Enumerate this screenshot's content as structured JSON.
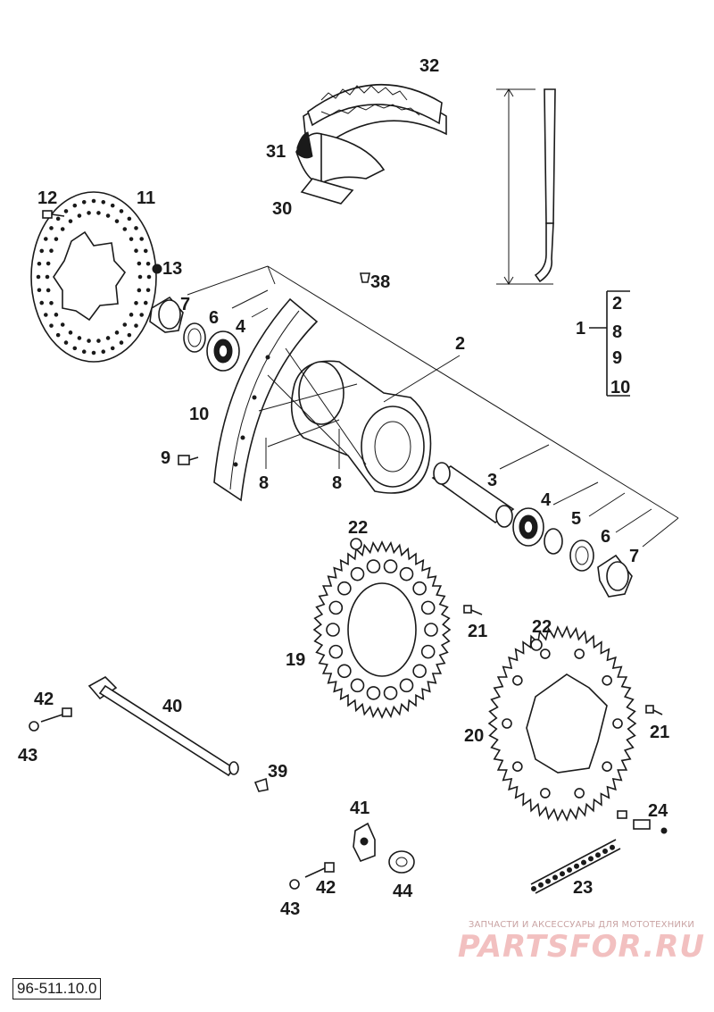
{
  "diagram": {
    "callouts": {
      "c1": "1",
      "c2": "2",
      "c2b": "2",
      "c3": "3",
      "c4a": "4",
      "c4b": "4",
      "c5": "5",
      "c6a": "6",
      "c6b": "6",
      "c7a": "7",
      "c7b": "7",
      "c8a": "8",
      "c8b": "8",
      "c8c": "8",
      "c9a": "9",
      "c9b": "9",
      "c10a": "10",
      "c10b": "10",
      "c11": "11",
      "c12": "12",
      "c13": "13",
      "c19": "19",
      "c20": "20",
      "c21a": "21",
      "c21b": "21",
      "c22a": "22",
      "c22b": "22",
      "c23": "23",
      "c24": "24",
      "c30": "30",
      "c31": "31",
      "c32": "32",
      "c38": "38",
      "c39": "39",
      "c40": "40",
      "c41": "41",
      "c42a": "42",
      "c42b": "42",
      "c43a": "43",
      "c43b": "43",
      "c44": "44"
    },
    "doc_number": "96-511.10.0"
  },
  "watermark": {
    "small_text": "ЗАПЧАСТИ И АКСЕССУАРЫ ДЛЯ МОТОТЕХНИКИ",
    "big_text": "PARTSFOR.RU"
  },
  "colors": {
    "ink": "#1a1a1a",
    "watermark": "#f2c0c0"
  }
}
